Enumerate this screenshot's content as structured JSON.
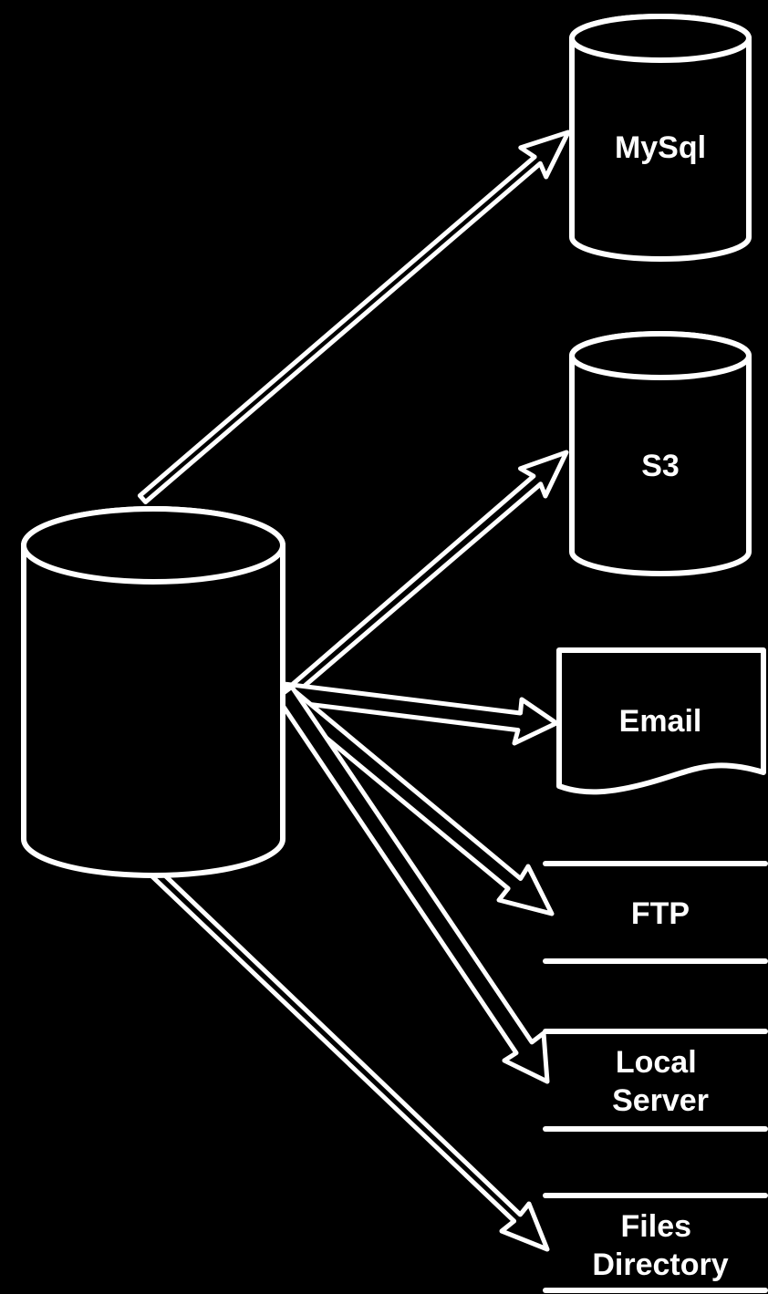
{
  "colors": {
    "background": "#000000",
    "stroke": "#ffffff",
    "text": "#ffffff"
  },
  "source": {
    "shape": "cylinder",
    "label": ""
  },
  "targets": [
    {
      "id": "mysql",
      "shape": "cylinder",
      "label": "MySql"
    },
    {
      "id": "s3",
      "shape": "cylinder",
      "label": "S3"
    },
    {
      "id": "email",
      "shape": "document",
      "label": "Email"
    },
    {
      "id": "ftp",
      "shape": "data-store",
      "label": "FTP"
    },
    {
      "id": "local-server",
      "shape": "data-store",
      "label_lines": [
        "Local",
        "Server"
      ]
    },
    {
      "id": "files-directory",
      "shape": "data-store",
      "label_lines": [
        "Files",
        "Directory"
      ]
    }
  ],
  "edges": [
    {
      "from": "source",
      "to": "mysql",
      "style": "hollow-double-arrow"
    },
    {
      "from": "source",
      "to": "s3",
      "style": "hollow-double-arrow"
    },
    {
      "from": "source",
      "to": "email",
      "style": "hollow-double-arrow"
    },
    {
      "from": "source",
      "to": "ftp",
      "style": "hollow-double-arrow"
    },
    {
      "from": "source",
      "to": "local-server",
      "style": "hollow-double-arrow"
    },
    {
      "from": "source",
      "to": "files-directory",
      "style": "hollow-double-arrow"
    }
  ]
}
